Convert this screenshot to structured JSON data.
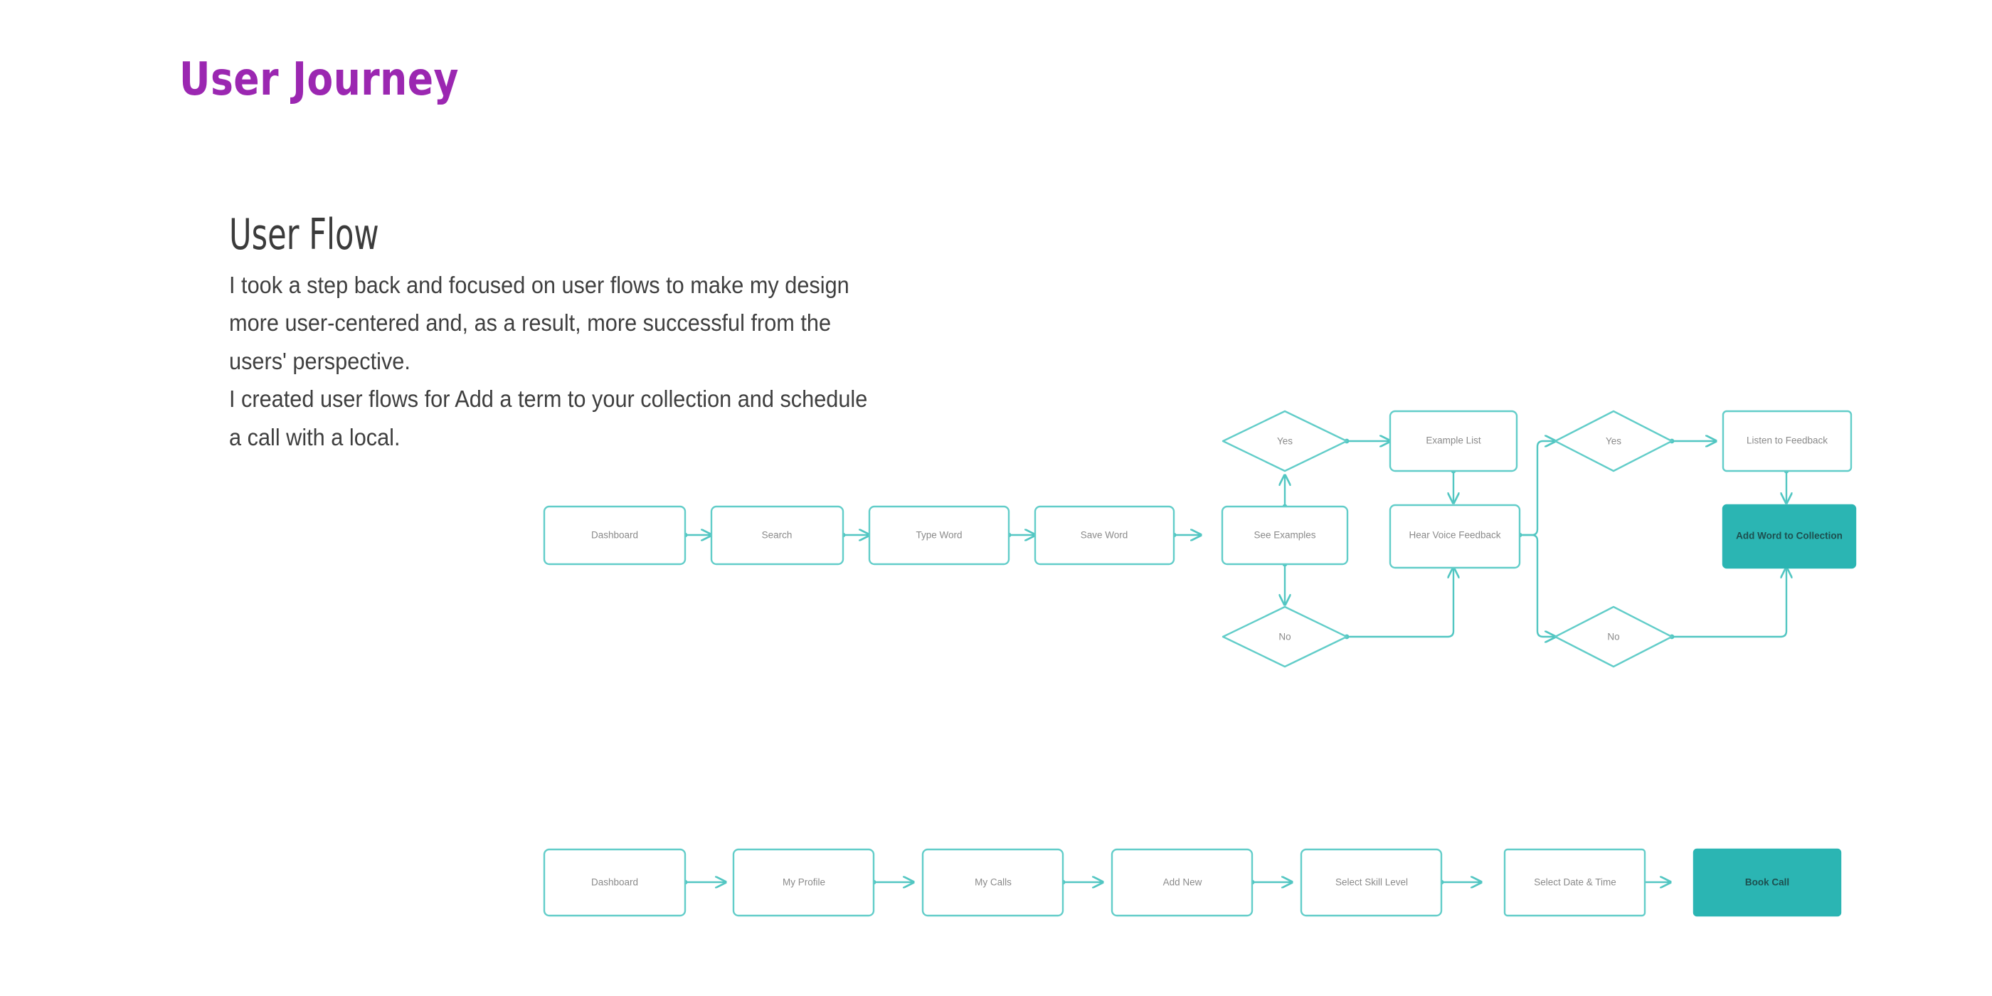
{
  "slide": {
    "title": "User Journey",
    "title_color": "#9B27B1",
    "background": "#ffffff"
  },
  "section": {
    "heading": "User Flow",
    "heading_color": "#3b3b3b",
    "paragraphs": [
      "I took a step back and focused on user flows to make my design",
      "more user-centered and, as a result, more successful from the",
      "users' perspective.",
      "I created user flows for Add a term to your collection and schedule",
      "a call with a local."
    ]
  },
  "theme": {
    "accent_teal": "#2BB5B3",
    "edge_teal": "#52C6C2",
    "node_stroke": "#62CDC9",
    "node_label": "#8a8a8a",
    "node_label_strong": "#1d4f4f"
  },
  "flow_add_term": {
    "name": "Add a term to your collection",
    "nodes": [
      {
        "id": "dashboard",
        "label": "Dashboard",
        "shape": "box",
        "filled": false
      },
      {
        "id": "search",
        "label": "Search",
        "shape": "box",
        "filled": false
      },
      {
        "id": "type-word",
        "label": "Type Word",
        "shape": "box",
        "filled": false
      },
      {
        "id": "save-word",
        "label": "Save Word",
        "shape": "box",
        "filled": false
      },
      {
        "id": "see-examples",
        "label": "See Examples",
        "shape": "box",
        "filled": false
      },
      {
        "id": "yes-1",
        "label": "Yes",
        "shape": "diamond",
        "filled": false
      },
      {
        "id": "no-1",
        "label": "No",
        "shape": "diamond",
        "filled": false
      },
      {
        "id": "example-list",
        "label": "Example List",
        "shape": "box",
        "filled": false
      },
      {
        "id": "hear-voice",
        "label": "Hear Voice Feedback",
        "shape": "box",
        "filled": false
      },
      {
        "id": "yes-2",
        "label": "Yes",
        "shape": "diamond",
        "filled": false
      },
      {
        "id": "no-2",
        "label": "No",
        "shape": "diamond",
        "filled": false
      },
      {
        "id": "listen",
        "label": "Listen to Feedback",
        "shape": "box",
        "filled": false
      },
      {
        "id": "add-word",
        "label": "Add Word to Collection",
        "shape": "box",
        "filled": true
      }
    ]
  },
  "flow_book_call": {
    "name": "Schedule a call with a local",
    "nodes": [
      {
        "id": "dashboard-2",
        "label": "Dashboard",
        "shape": "box",
        "filled": false
      },
      {
        "id": "my-profile",
        "label": "My Profile",
        "shape": "box",
        "filled": false
      },
      {
        "id": "my-calls",
        "label": "My Calls",
        "shape": "box",
        "filled": false
      },
      {
        "id": "add-new",
        "label": "Add New",
        "shape": "box",
        "filled": false
      },
      {
        "id": "skill-level",
        "label": "Select Skill Level",
        "shape": "box",
        "filled": false
      },
      {
        "id": "date-time",
        "label": "Select Date & Time",
        "shape": "box",
        "filled": false
      },
      {
        "id": "book-call",
        "label": "Book Call",
        "shape": "box",
        "filled": true
      }
    ]
  }
}
